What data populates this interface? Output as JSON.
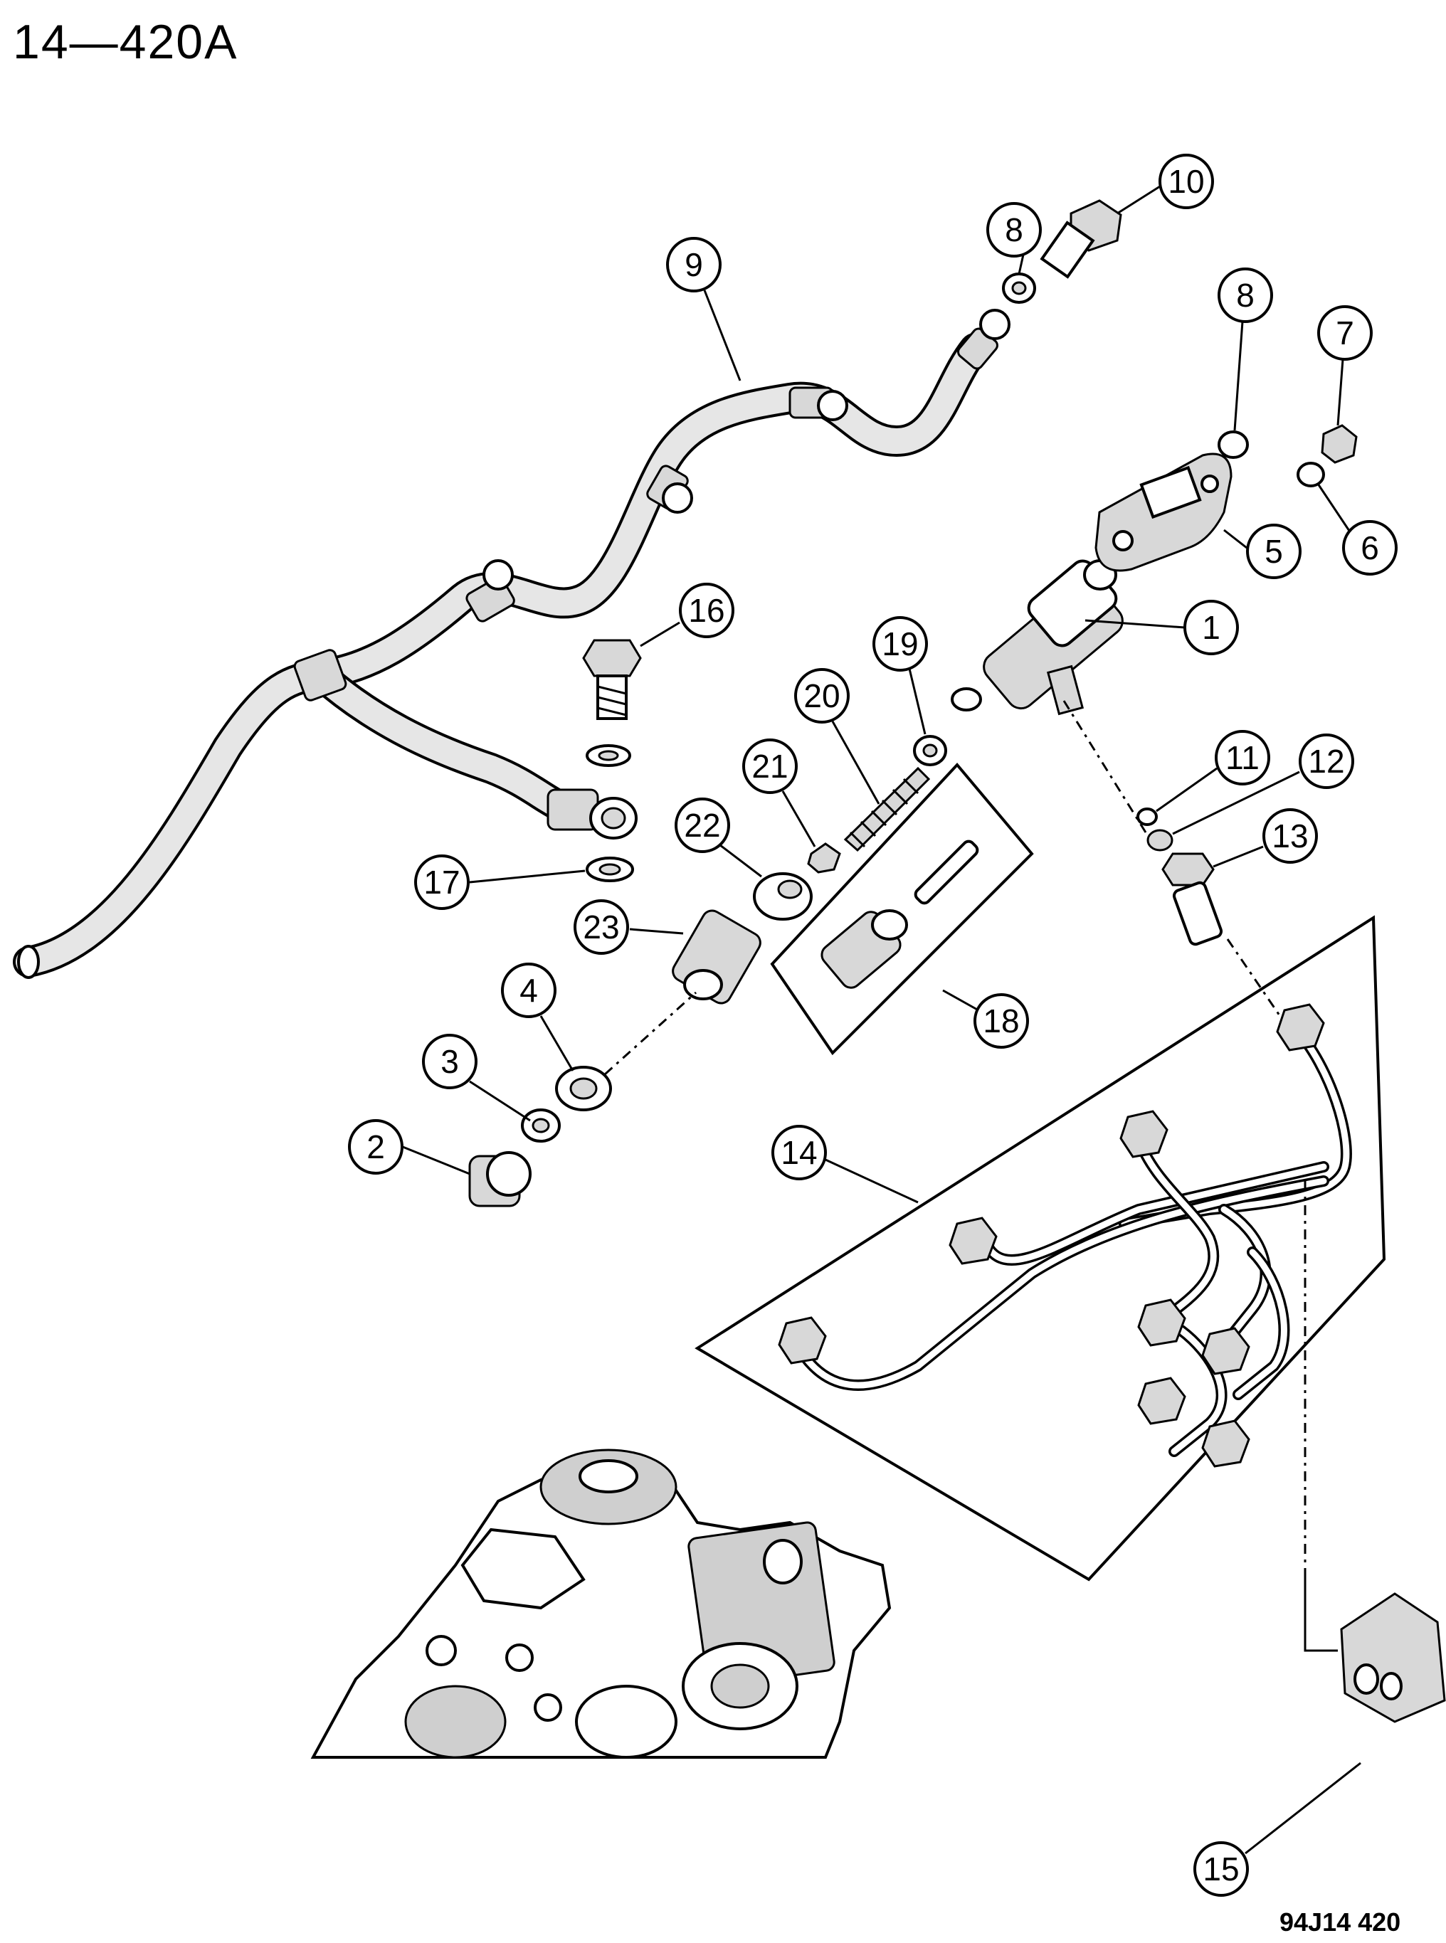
{
  "diagram": {
    "figure_number": "14—420A",
    "reference_code": "94J14  420"
  },
  "callouts": {
    "c1": "1",
    "c2": "2",
    "c3": "3",
    "c4": "4",
    "c5": "5",
    "c6": "6",
    "c7": "7",
    "c8a": "8",
    "c8b": "8",
    "c9": "9",
    "c10": "10",
    "c11": "11",
    "c12": "12",
    "c13": "13",
    "c14": "14",
    "c15": "15",
    "c16": "16",
    "c17": "17",
    "c18": "18",
    "c19": "19",
    "c20": "20",
    "c21": "21",
    "c22": "22",
    "c23": "23"
  }
}
